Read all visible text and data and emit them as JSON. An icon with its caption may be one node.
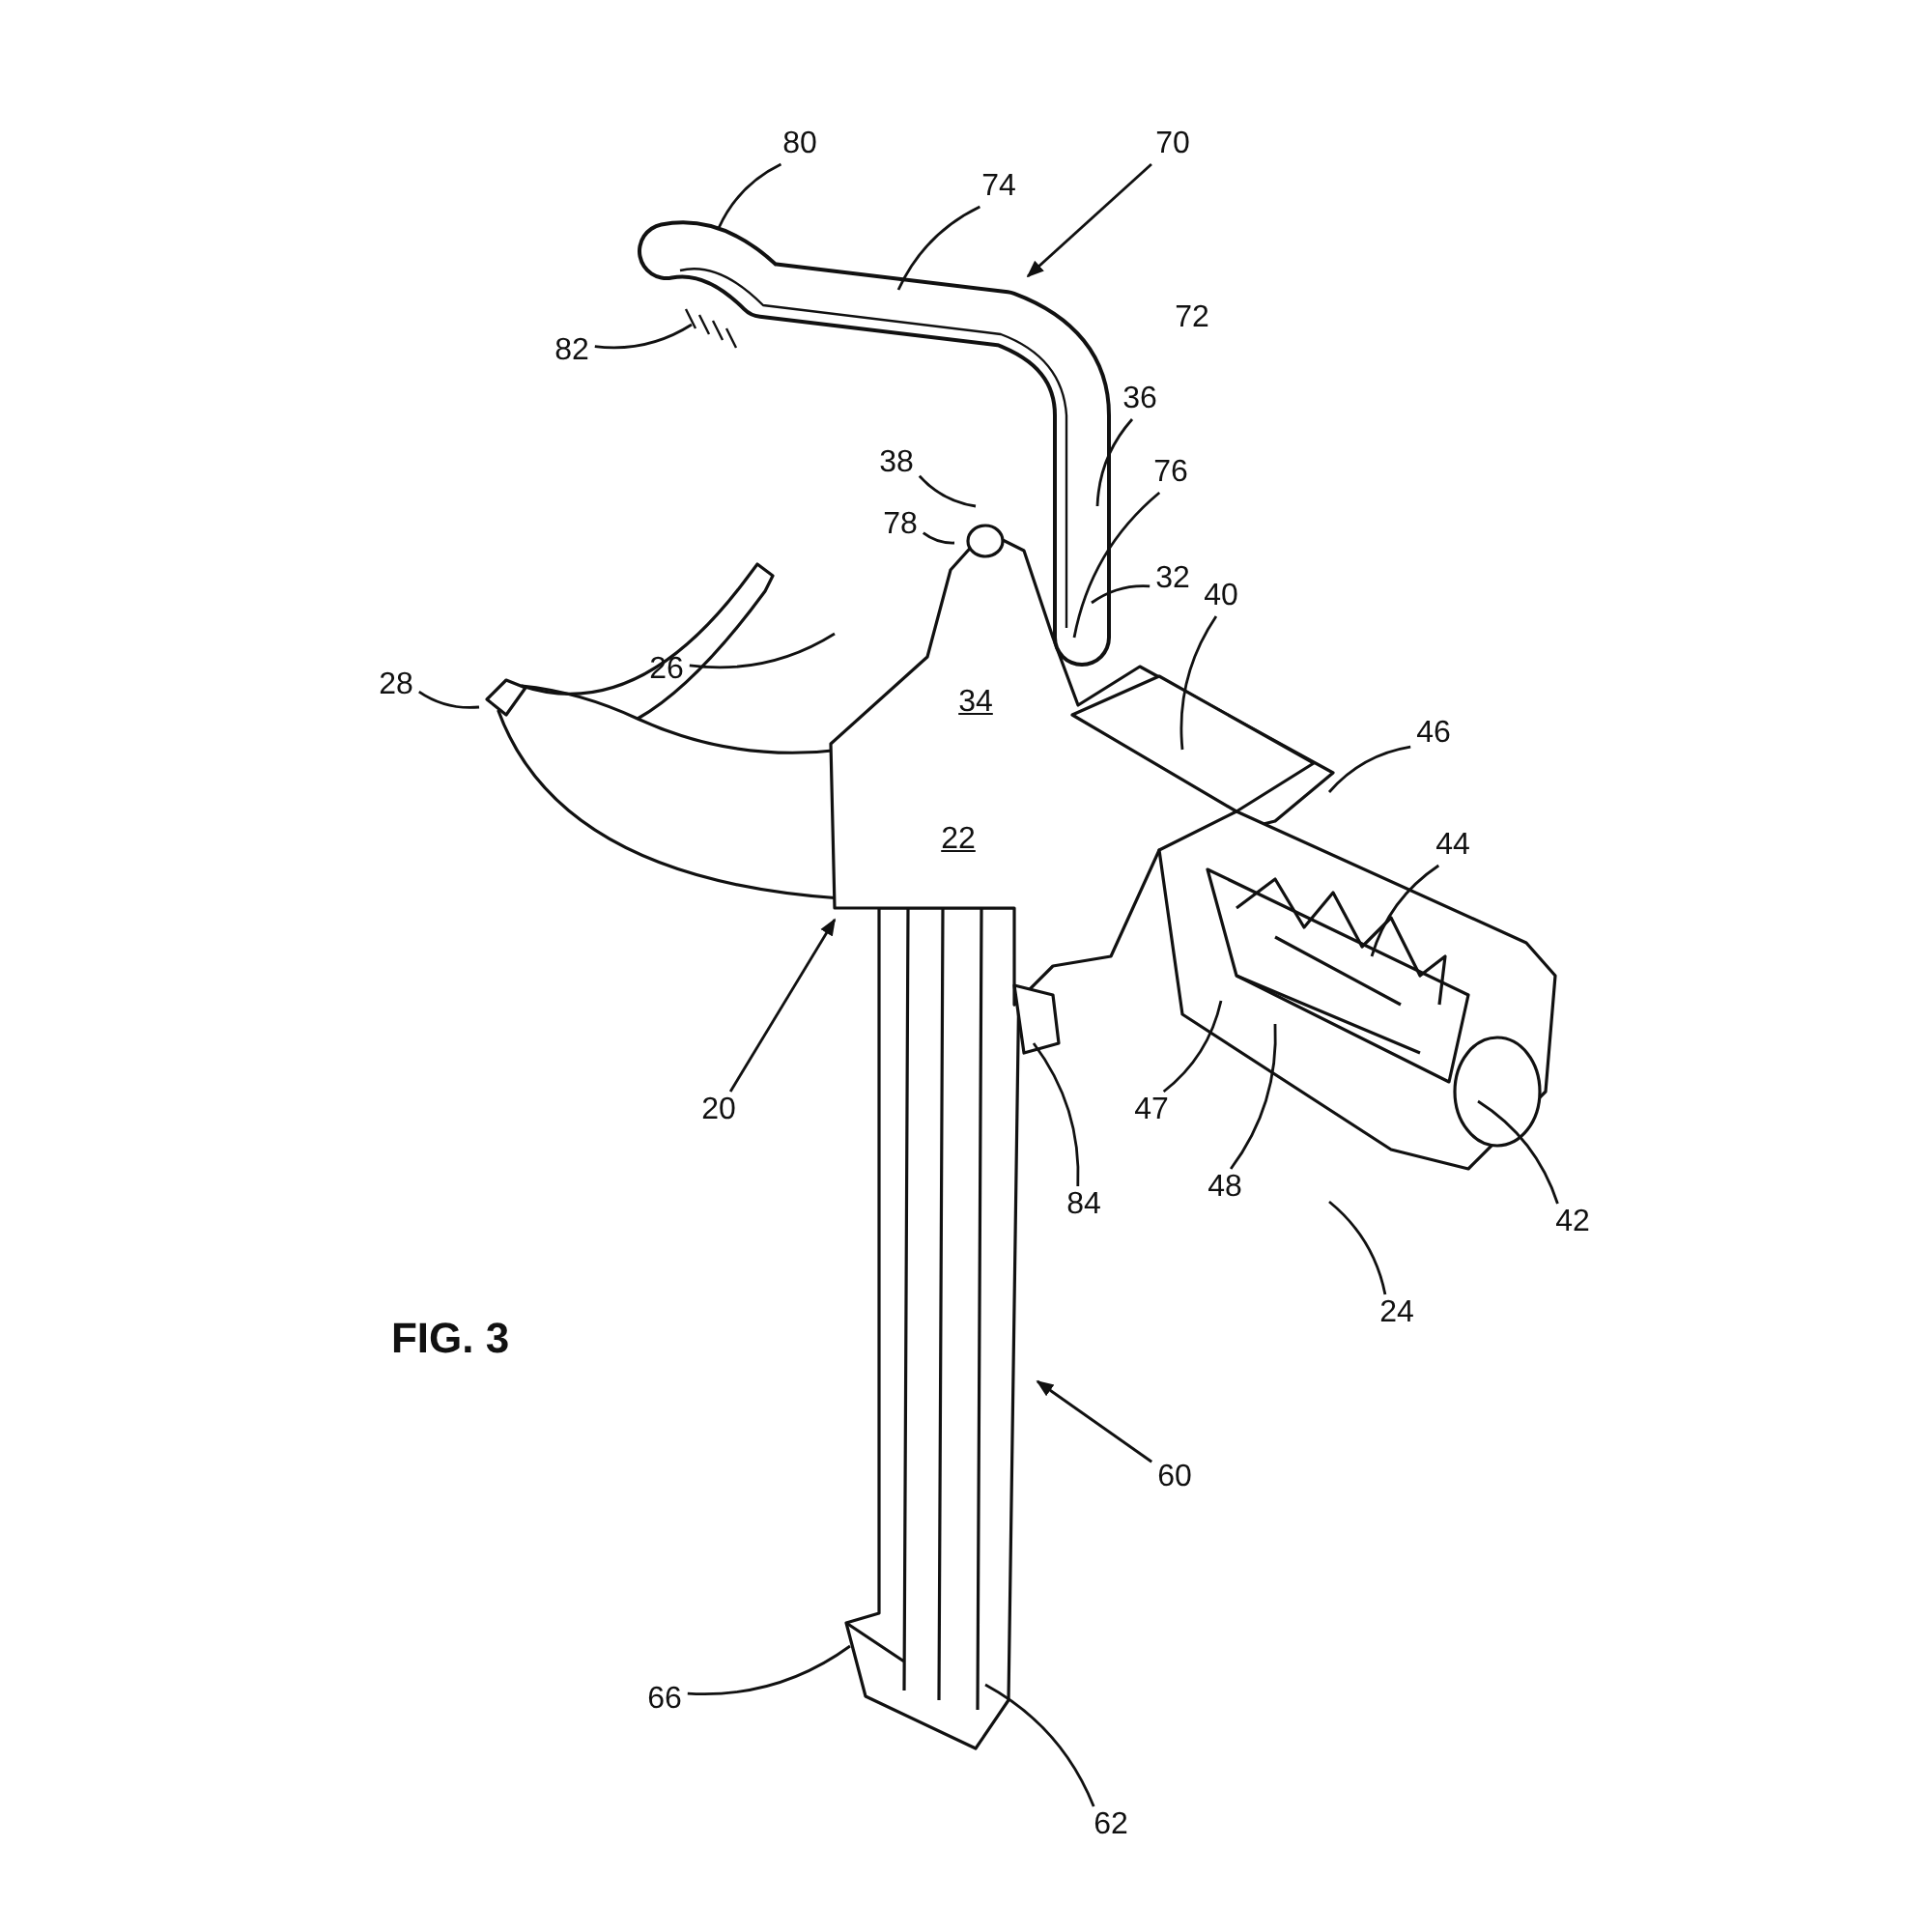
{
  "diagram": {
    "title": "FIG. 3",
    "nodes": [
      {
        "text": [
          "80"
        ]
      },
      {
        "text": [
          "70"
        ]
      },
      {
        "text": [
          "74"
        ]
      },
      {
        "text": [
          "82"
        ]
      },
      {
        "text": [
          "36"
        ]
      },
      {
        "text": [
          "38"
        ]
      },
      {
        "text": [
          "76"
        ]
      },
      {
        "text": [
          "78"
        ]
      },
      {
        "text": [
          "32"
        ]
      },
      {
        "text": [
          "40"
        ]
      },
      {
        "text": [
          "26"
        ]
      },
      {
        "text": [
          "28"
        ]
      },
      {
        "text": [
          "46"
        ]
      },
      {
        "text": [
          "44"
        ]
      },
      {
        "text": [
          "20"
        ]
      },
      {
        "text": [
          "47"
        ]
      },
      {
        "text": [
          "84"
        ]
      },
      {
        "text": [
          "48"
        ]
      },
      {
        "text": [
          "42"
        ]
      },
      {
        "text": [
          "24"
        ]
      },
      {
        "text": [
          "60"
        ]
      },
      {
        "text": [
          "66"
        ]
      },
      {
        "text": [
          "62"
        ]
      }
    ],
    "edges": [
      {
        "from": 0,
        "to": null,
        "arrow": "none"
      },
      {
        "from": 1,
        "to": null,
        "arrow": "to"
      },
      {
        "from": 2,
        "to": null,
        "arrow": "none"
      },
      {
        "from": 3,
        "to": null,
        "arrow": "none"
      },
      {
        "from": 4,
        "to": null,
        "arrow": "none"
      },
      {
        "from": 5,
        "to": null,
        "arrow": "none"
      },
      {
        "from": 6,
        "to": null,
        "arrow": "none"
      },
      {
        "from": 7,
        "to": null,
        "arrow": "none"
      },
      {
        "from": 8,
        "to": null,
        "arrow": "none"
      },
      {
        "from": 9,
        "to": null,
        "arrow": "none"
      },
      {
        "from": 10,
        "to": null,
        "arrow": "none"
      },
      {
        "from": 11,
        "to": null,
        "arrow": "none"
      },
      {
        "from": 12,
        "to": null,
        "arrow": "none"
      },
      {
        "from": 13,
        "to": null,
        "arrow": "none"
      },
      {
        "from": 14,
        "to": null,
        "arrow": "to"
      },
      {
        "from": 15,
        "to": null,
        "arrow": "none"
      },
      {
        "from": 16,
        "to": null,
        "arrow": "none"
      },
      {
        "from": 17,
        "to": null,
        "arrow": "none"
      },
      {
        "from": 18,
        "to": null,
        "arrow": "none"
      },
      {
        "from": 19,
        "to": null,
        "arrow": "none"
      },
      {
        "from": 20,
        "to": null,
        "arrow": "to"
      },
      {
        "from": 21,
        "to": null,
        "arrow": "none"
      },
      {
        "from": 22,
        "to": null,
        "arrow": "none"
      }
    ],
    "labels": [
      "72",
      "34",
      "22"
    ]
  }
}
